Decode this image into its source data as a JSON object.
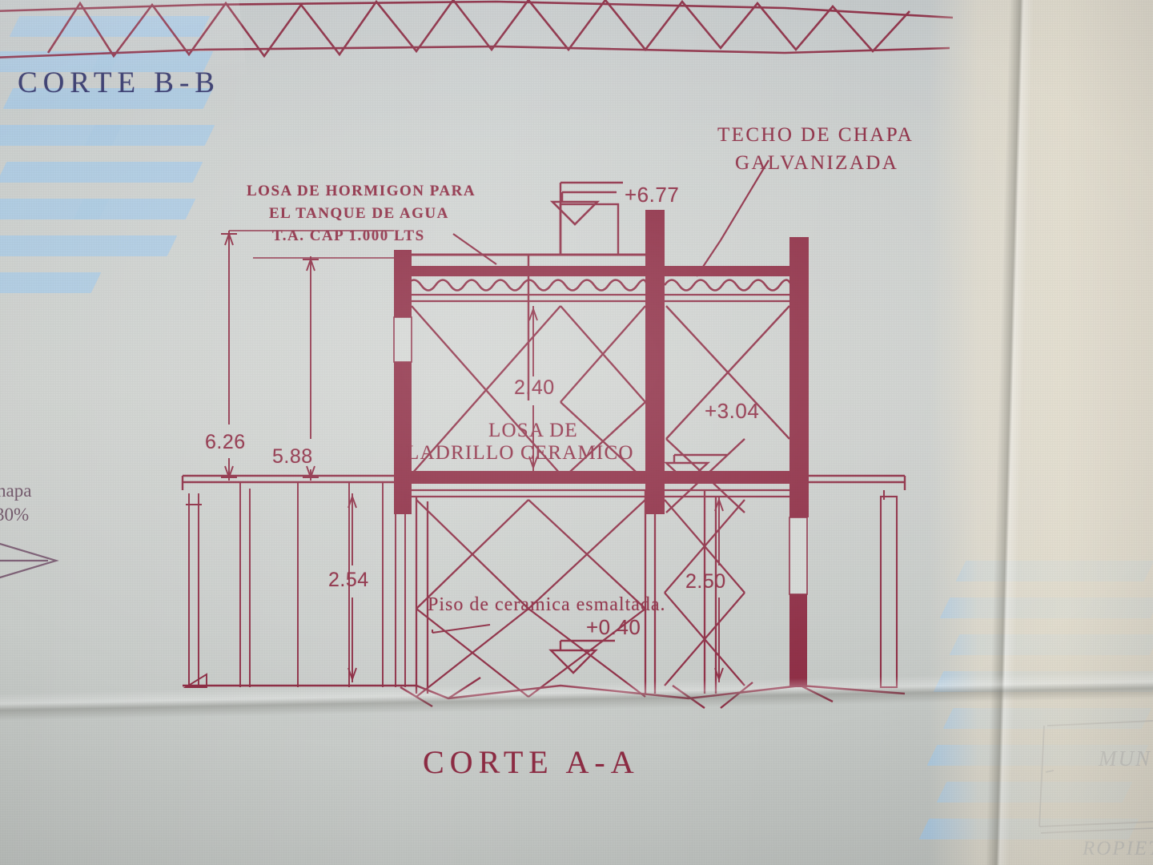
{
  "document": {
    "kind": "architectural-section-drawing",
    "section_title_top": "CORTE B-B",
    "section_title_bottom": "CORTE A-A"
  },
  "annotations": {
    "roof_note": [
      "TECHO DE CHAPA",
      "GALVANIZADA"
    ],
    "tank_note": [
      "LOSA DE HORMIGON PARA",
      "EL TANQUE DE AGUA",
      "T.A. CAP 1.000 LTS"
    ],
    "slab_note": [
      "LOSA DE",
      "LADRILLO CERAMICO"
    ],
    "floor_note": "Piso de ceramica esmaltada."
  },
  "levels": {
    "roof_top": "+6.77",
    "mid_slab": "+3.04",
    "ground_floor": "+0.40"
  },
  "dimensions": {
    "total_left": "6.26",
    "inner_left": "5.88",
    "upper_room": "2.40",
    "lower_left": "2.54",
    "lower_right": "2.50"
  },
  "edge_fragments": {
    "left_top": "hapa",
    "left_bottom": "30%",
    "titleblock_mun": "MUN",
    "titleblock_prop": "ROPIETA"
  },
  "colors": {
    "ink_crimson": "#8d2b43",
    "ink_navy": "#3c3f72",
    "watermark_blue": "#a8c9e6",
    "paper": "#cbcfcd"
  }
}
